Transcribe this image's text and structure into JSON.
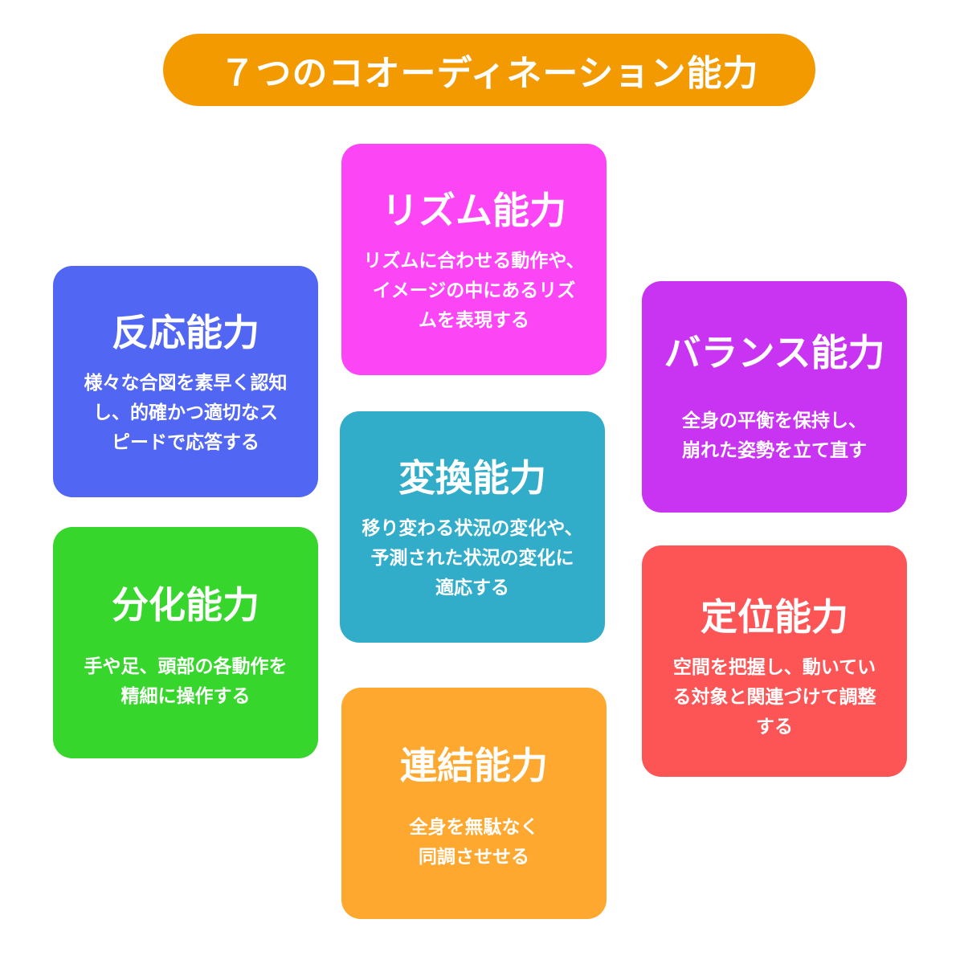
{
  "title": {
    "text": "７つのコオーディネーション能力",
    "color": "#f39a00"
  },
  "cards": {
    "rhythm": {
      "title": "リズム能力",
      "lines": [
        "リズムに合わせる動作や、",
        "イメージの中にあるリズ",
        "ムを表現する"
      ],
      "color": "#fc45f5"
    },
    "reaction": {
      "title": "反応能力",
      "lines": [
        "様々な合図を素早く認知",
        "し、的確かつ適切なス",
        "ピードで応答する"
      ],
      "color": "#5266f4"
    },
    "balance": {
      "title": "バランス能力",
      "lines": [
        "全身の平衡を保持し、",
        "崩れた姿勢を立て直す"
      ],
      "color": "#c934f2"
    },
    "conversion": {
      "title": "変換能力",
      "lines": [
        "移り変わる状況の変化や、",
        "予測された状況の変化に",
        "適応する"
      ],
      "color": "#31adca"
    },
    "differentiation": {
      "title": "分化能力",
      "lines": [
        "手や足、頭部の各動作を",
        "精細に操作する"
      ],
      "color": "#37d62d"
    },
    "positioning": {
      "title": "定位能力",
      "lines": [
        "空間を把握し、動いてい",
        "る対象と関連づけて調整",
        "する"
      ],
      "color": "#fd5556"
    },
    "linking": {
      "title": "連結能力",
      "lines": [
        "全身を無駄なく",
        "同調させせる"
      ],
      "color": "#ffa830"
    }
  }
}
